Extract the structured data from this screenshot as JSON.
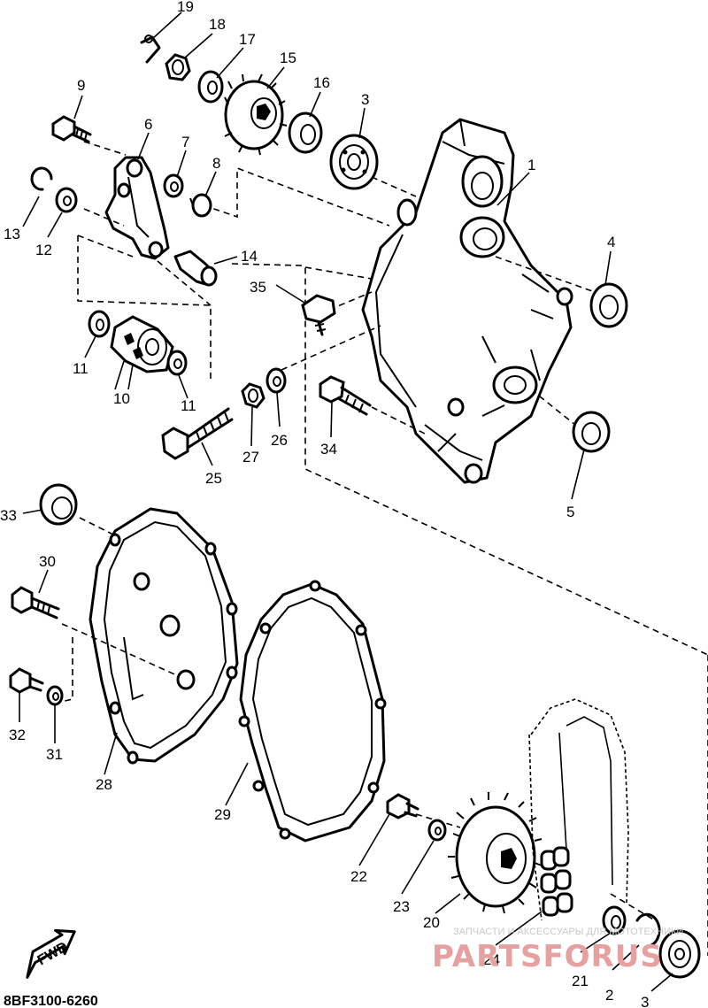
{
  "diagram": {
    "code": "8BF3100-6260",
    "fwd": "FWD",
    "watermark_top": "ЗАПЧАСТИ И АКСЕССУАРЫ ДЛЯ МОТОТЕХНИКИ",
    "watermark_brand": "PARTSFORUS",
    "callouts": [
      {
        "id": "c19",
        "text": "19"
      },
      {
        "id": "c18",
        "text": "18"
      },
      {
        "id": "c17",
        "text": "17"
      },
      {
        "id": "c15",
        "text": "15"
      },
      {
        "id": "c16",
        "text": "16"
      },
      {
        "id": "c3a",
        "text": "3"
      },
      {
        "id": "c9",
        "text": "9"
      },
      {
        "id": "c6",
        "text": "6"
      },
      {
        "id": "c7",
        "text": "7"
      },
      {
        "id": "c8",
        "text": "8"
      },
      {
        "id": "c1",
        "text": "1"
      },
      {
        "id": "c13",
        "text": "13"
      },
      {
        "id": "c12",
        "text": "12"
      },
      {
        "id": "c14",
        "text": "14"
      },
      {
        "id": "c4",
        "text": "4"
      },
      {
        "id": "c35",
        "text": "35"
      },
      {
        "id": "c11a",
        "text": "11"
      },
      {
        "id": "c10",
        "text": "10"
      },
      {
        "id": "c11b",
        "text": "11"
      },
      {
        "id": "c27",
        "text": "27"
      },
      {
        "id": "c26",
        "text": "26"
      },
      {
        "id": "c34",
        "text": "34"
      },
      {
        "id": "c25",
        "text": "25"
      },
      {
        "id": "c5",
        "text": "5"
      },
      {
        "id": "c33",
        "text": "33"
      },
      {
        "id": "c30",
        "text": "30"
      },
      {
        "id": "c32",
        "text": "32"
      },
      {
        "id": "c31",
        "text": "31"
      },
      {
        "id": "c28",
        "text": "28"
      },
      {
        "id": "c29",
        "text": "29"
      },
      {
        "id": "c22",
        "text": "22"
      },
      {
        "id": "c23",
        "text": "23"
      },
      {
        "id": "c20",
        "text": "20"
      },
      {
        "id": "c24",
        "text": "24"
      },
      {
        "id": "c21",
        "text": "21"
      },
      {
        "id": "c2",
        "text": "2"
      },
      {
        "id": "c3b",
        "text": "3"
      }
    ]
  }
}
